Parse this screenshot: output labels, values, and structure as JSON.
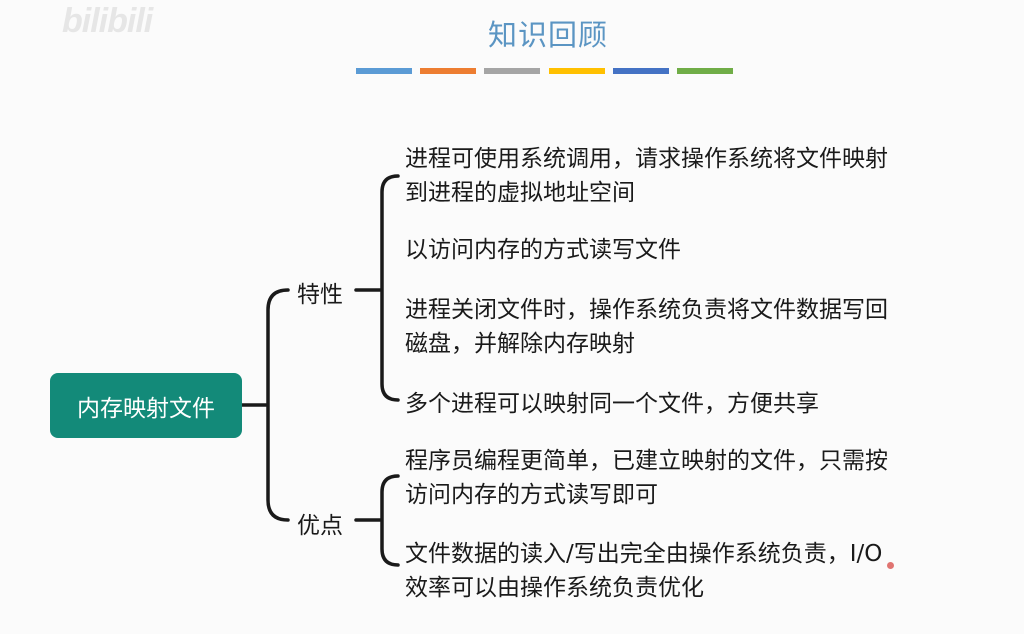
{
  "watermark": "bilibili",
  "title": "知识回顾",
  "colors": [
    "#5b9bd5",
    "#ed7d31",
    "#a5a5a5",
    "#ffc000",
    "#4472c4",
    "#70ad47"
  ],
  "root": "内存映射文件",
  "branches": [
    {
      "label": "特性",
      "items": [
        "进程可使用系统调用，请求操作系统将文件映射\n到进程的虚拟地址空间",
        "以访问内存的方式读写文件",
        "进程关闭文件时，操作系统负责将文件数据写回\n磁盘，并解除内存映射",
        "多个进程可以映射同一个文件，方便共享"
      ]
    },
    {
      "label": "优点",
      "items": [
        "程序员编程更简单，已建立映射的文件，只需按\n访问内存的方式读写即可",
        "文件数据的读入/写出完全由操作系统负责，I/O\n效率可以由操作系统负责优化"
      ]
    }
  ]
}
